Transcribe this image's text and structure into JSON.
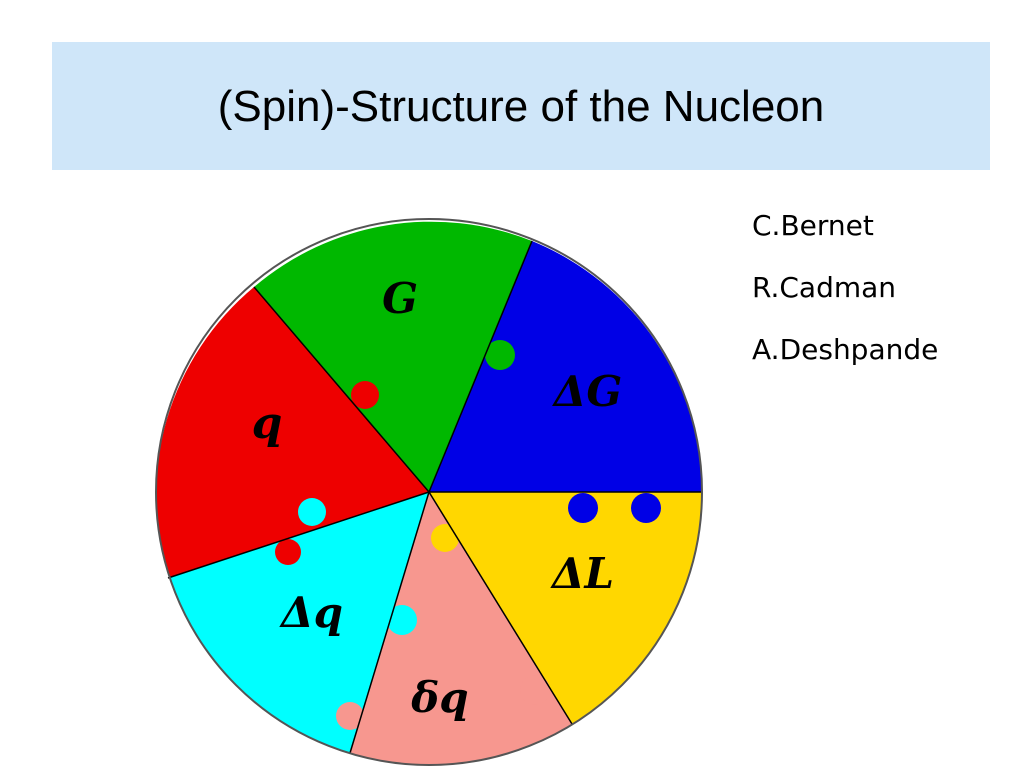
{
  "title": "(Spin)-Structure of the Nucleon",
  "authors": [
    "C.Bernet",
    "R.Cadman",
    "A.Deshpande"
  ],
  "pieces": [
    {
      "label": "G",
      "color": "#00b800"
    },
    {
      "label": "ΔG",
      "color": "#0000e6"
    },
    {
      "label": "ΔL",
      "color": "#ffd700"
    },
    {
      "label": "δq",
      "color": "#f7978f"
    },
    {
      "label": "Δq",
      "color": "#00ffff"
    },
    {
      "label": "q",
      "color": "#ee0000"
    }
  ]
}
